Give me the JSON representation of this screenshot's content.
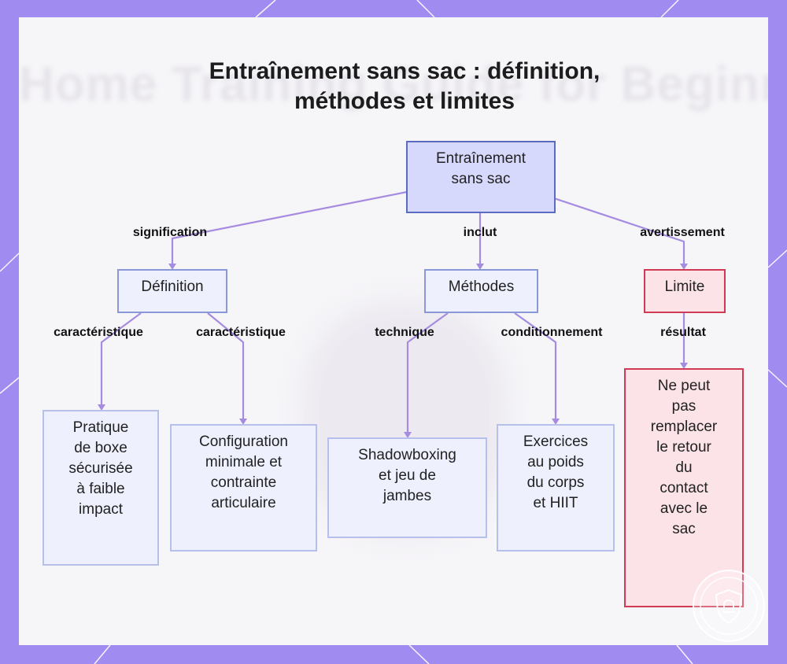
{
  "title": {
    "line1": "Entraînement sans sac : définition,",
    "line2": "méthodes et limites"
  },
  "background": {
    "blurred_text": "Home Training Guide for Beginners"
  },
  "nodes": {
    "root": {
      "lines": [
        "Entraînement",
        "sans sac"
      ]
    },
    "definition": {
      "lines": [
        "Définition"
      ]
    },
    "methodes": {
      "lines": [
        "Méthodes"
      ]
    },
    "limite": {
      "lines": [
        "Limite"
      ]
    },
    "pratique": {
      "lines": [
        "Pratique",
        "de boxe",
        "sécurisée",
        "à faible",
        "impact"
      ]
    },
    "configuration": {
      "lines": [
        "Configuration",
        "minimale et",
        "contrainte",
        "articulaire"
      ]
    },
    "shadowboxing": {
      "lines": [
        "Shadowboxing",
        "et jeu de",
        "jambes"
      ]
    },
    "exercices": {
      "lines": [
        "Exercices",
        "au poids",
        "du corps",
        "et HIIT"
      ]
    },
    "nepeut": {
      "lines": [
        "Ne peut",
        "pas",
        "remplacer",
        "le retour",
        "du",
        "contact",
        "avec le",
        "sac"
      ]
    }
  },
  "edge_labels": {
    "signification": "signification",
    "inclut": "inclut",
    "avertissement": "avertissement",
    "caracteristique_1": "caractéristique",
    "caracteristique_2": "caractéristique",
    "technique": "technique",
    "conditionnement": "conditionnement",
    "resultat": "résultat"
  },
  "colors": {
    "frame": "#a08cf0",
    "edge": "#a58ce0",
    "root_fill": "#d7d9fc",
    "node_border": "#8a98d8",
    "warning_fill": "#fbe3e8",
    "warning_border": "#d03a55"
  },
  "icons": {
    "badge": "shield-badge-icon"
  }
}
